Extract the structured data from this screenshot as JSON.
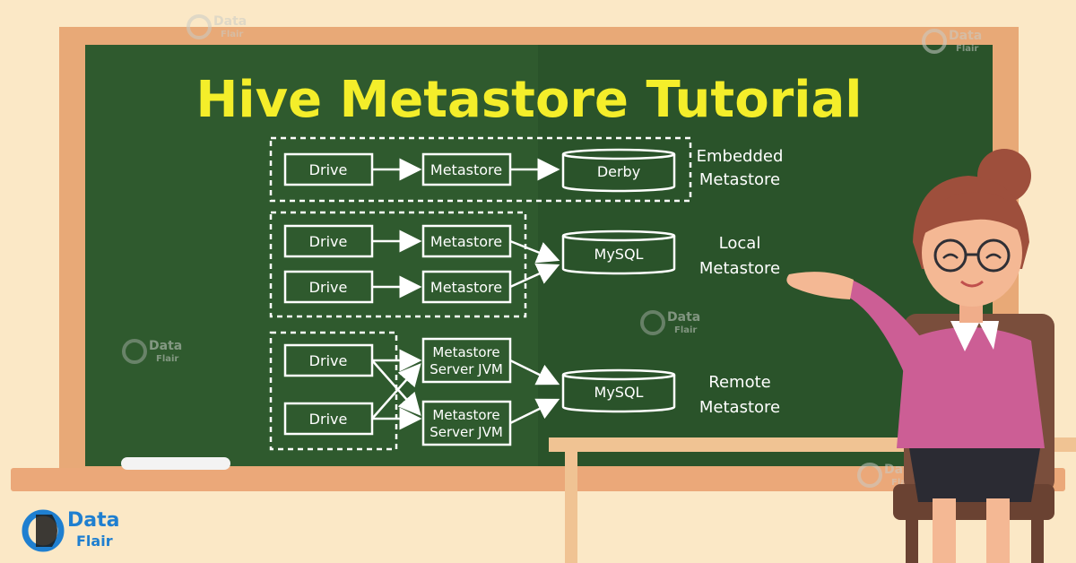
{
  "title": "Hive Metastore Tutorial",
  "sections": {
    "embedded": {
      "label_line1": "Embedded",
      "label_line2": "Metastore",
      "drive": "Drive",
      "metastore": "Metastore",
      "db": "Derby"
    },
    "local": {
      "label_line1": "Local",
      "label_line2": "Metastore",
      "drive_1": "Drive",
      "drive_2": "Drive",
      "metastore_1": "Metastore",
      "metastore_2": "Metastore",
      "db": "MySQL"
    },
    "remote": {
      "label_line1": "Remote",
      "label_line2": "Metastore",
      "drive_1": "Drive",
      "drive_2": "Drive",
      "server_1_line1": "Metastore",
      "server_1_line2": "Server JVM",
      "server_2_line1": "Metastore",
      "server_2_line2": "Server JVM",
      "db": "MySQL"
    }
  },
  "brand": {
    "logo_word1": "Data",
    "logo_word2": "Flair"
  },
  "colors": {
    "background": "#fbe8c6",
    "board_frame": "#e8a977",
    "board": "#2f5a2e",
    "title": "#f4ee2a",
    "chalk": "#ffffff",
    "logo_blue": "#1f7fd0"
  }
}
